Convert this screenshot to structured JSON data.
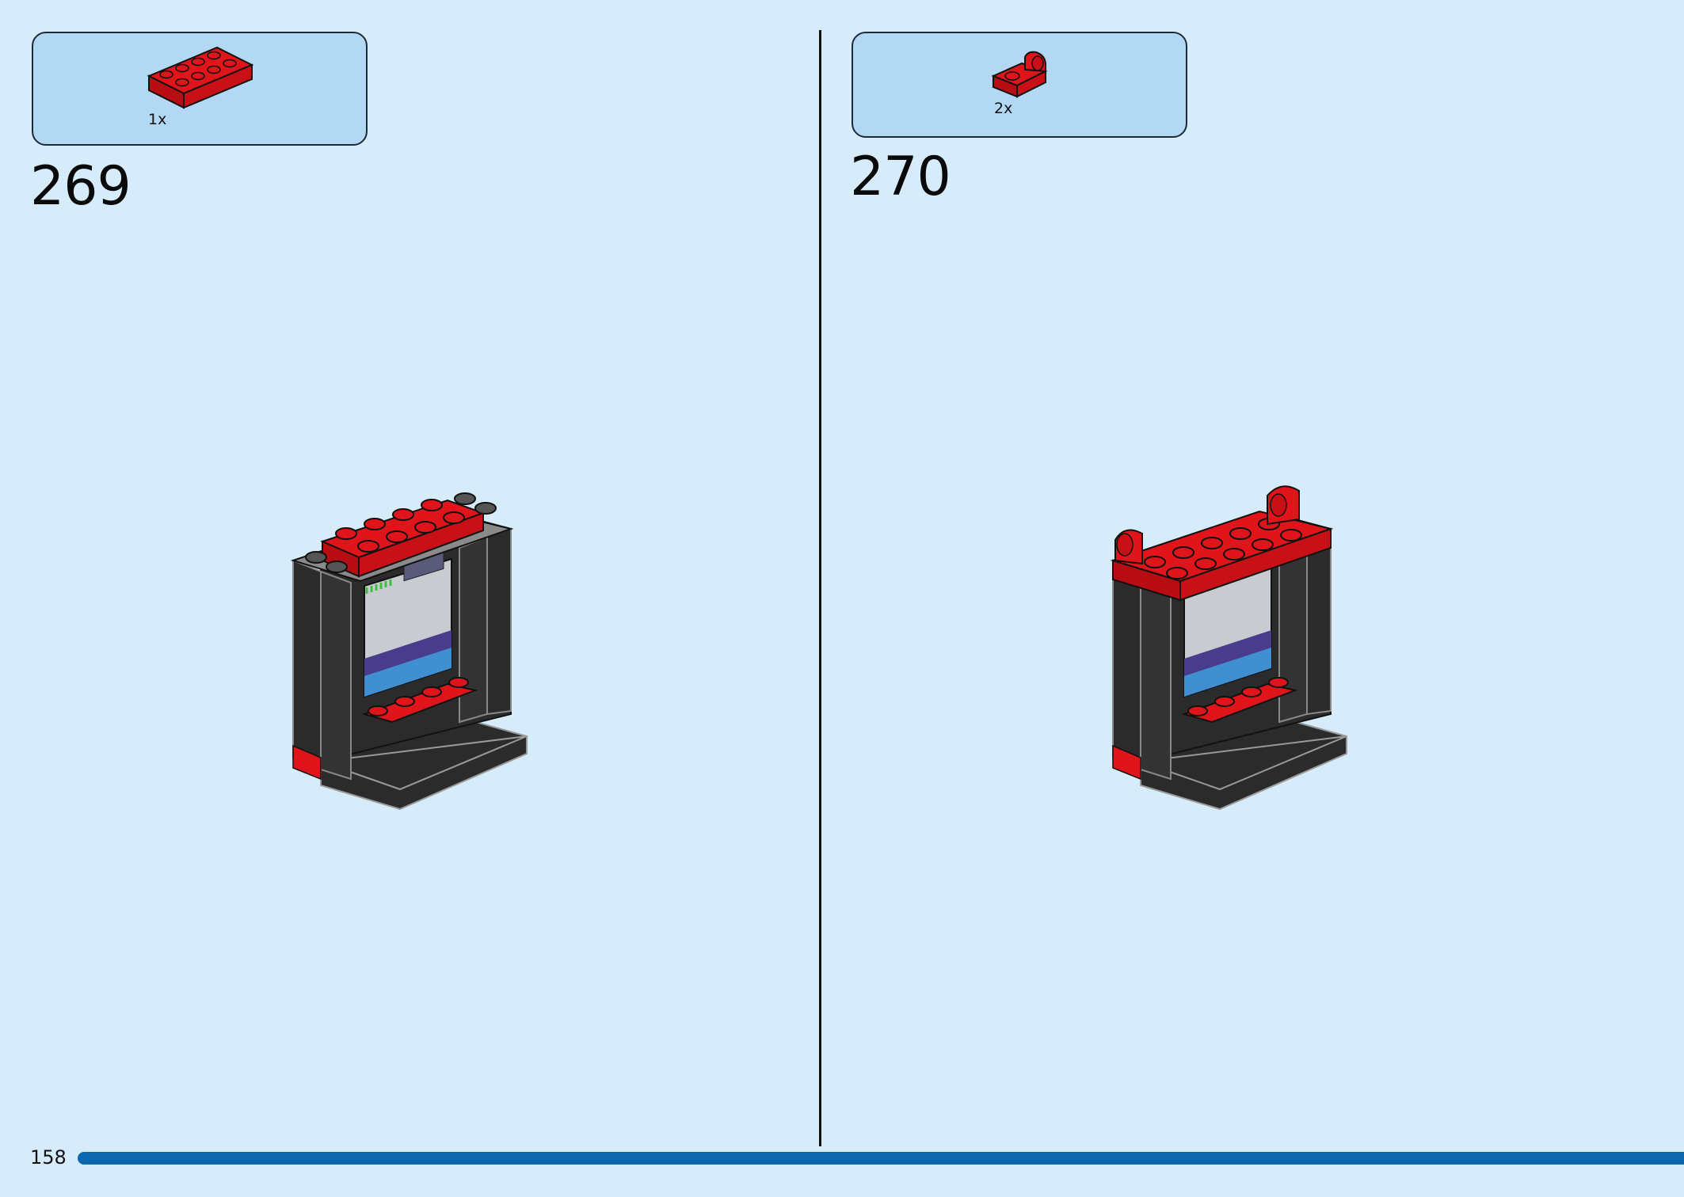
{
  "page_number": "158",
  "steps": [
    {
      "number": "269",
      "parts": [
        {
          "qty": "1x",
          "part": "red-2x4-plate"
        }
      ]
    },
    {
      "number": "270",
      "parts": [
        {
          "qty": "2x",
          "part": "red-1x1-plate-with-clip"
        }
      ]
    }
  ],
  "colors": {
    "background": "#d6ecfa",
    "parts_box": "#b3d8f3",
    "progress_bar": "#0d66b0",
    "brick_red": "#e0151b",
    "brick_black": "#2b2b2b"
  }
}
